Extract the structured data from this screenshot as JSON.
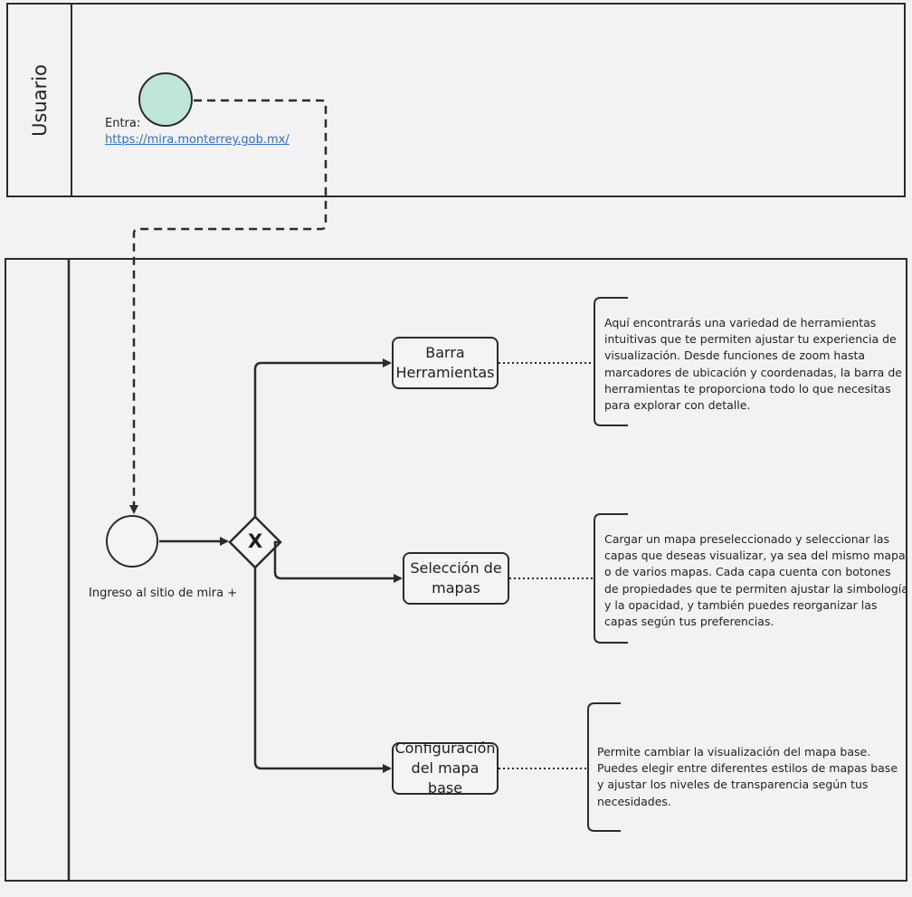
{
  "lane_top": {
    "label": "Usuario"
  },
  "lane_bottom": {
    "label": ""
  },
  "start_event": {
    "entry_prefix": "Entra:",
    "entry_link": "https://mira.monterrey.gob.mx/"
  },
  "intermediate_event": {
    "label": "Ingreso al sitio de mira +"
  },
  "gateway": {
    "symbol": "X"
  },
  "tasks": [
    {
      "line1": "Barra",
      "line2": "Herramientas",
      "note": "Aquí encontrarás una variedad de herramientas intuitivas que te permiten ajustar tu experiencia de visualización. Desde funciones de zoom hasta marcadores de ubicación y coordenadas, la barra de herramientas te proporciona todo lo que necesitas para explorar con detalle."
    },
    {
      "line1": "Selección de",
      "line2": "mapas",
      "note": "Cargar un mapa preseleccionado y seleccionar las capas que deseas visualizar, ya sea del mismo mapa o de varios mapas. Cada capa cuenta con botones de propiedades que te permiten ajustar la simbología y la opacidad, y también puedes reorganizar las capas según tus preferencias."
    },
    {
      "line1": "Configuración",
      "line2": "del mapa base",
      "note": "Permite cambiar la visualización del mapa base. Puedes elegir entre diferentes estilos de mapas base y ajustar los niveles de transparencia según tus necesidades."
    }
  ],
  "colors": {
    "start_event_fill": "#bfe6d8",
    "stroke": "#2b2b2b",
    "link": "#2f6fd6",
    "background": "#f2f2f2"
  }
}
